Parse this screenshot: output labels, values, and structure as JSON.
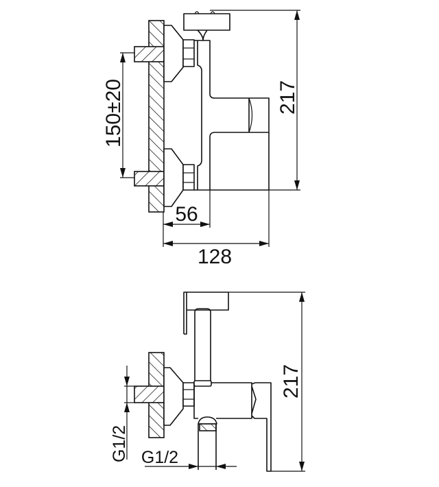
{
  "top_view": {
    "dimensions": {
      "height": "217",
      "inlet_spacing": "150±20",
      "body_depth": "56",
      "total_depth": "128"
    }
  },
  "bottom_view": {
    "dimensions": {
      "height": "217",
      "inlet_thread": "G1/2",
      "outlet_thread": "G1/2"
    }
  }
}
